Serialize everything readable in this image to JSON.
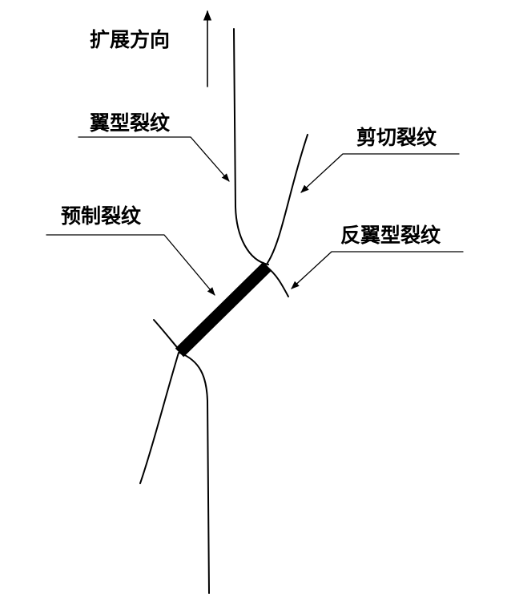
{
  "labels": {
    "direction": "扩展方向",
    "wing_crack": "翼型裂纹",
    "shear_crack": "剪切裂纹",
    "preexisting_crack": "预制裂纹",
    "anti_wing_crack": "反翼型裂纹"
  },
  "colors": {
    "line": "#000000",
    "background": "#ffffff"
  }
}
